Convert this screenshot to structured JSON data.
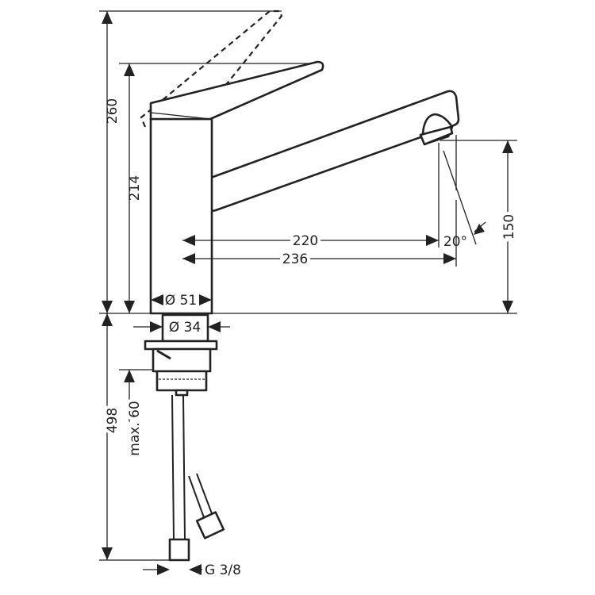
{
  "drawing": {
    "dimensions": {
      "total_height": "260",
      "handle_height": "214",
      "spout_reach": "220",
      "spout_length": "236",
      "spout_angle": "20°",
      "spout_height": "150",
      "body_diameter": "Ø 51",
      "shank_diameter": "Ø 34",
      "hose_length": "498",
      "max_counter_thickness": "max. 60",
      "connection_thread": "G 3/8"
    },
    "line_color": "#222222",
    "background": "#ffffff"
  }
}
